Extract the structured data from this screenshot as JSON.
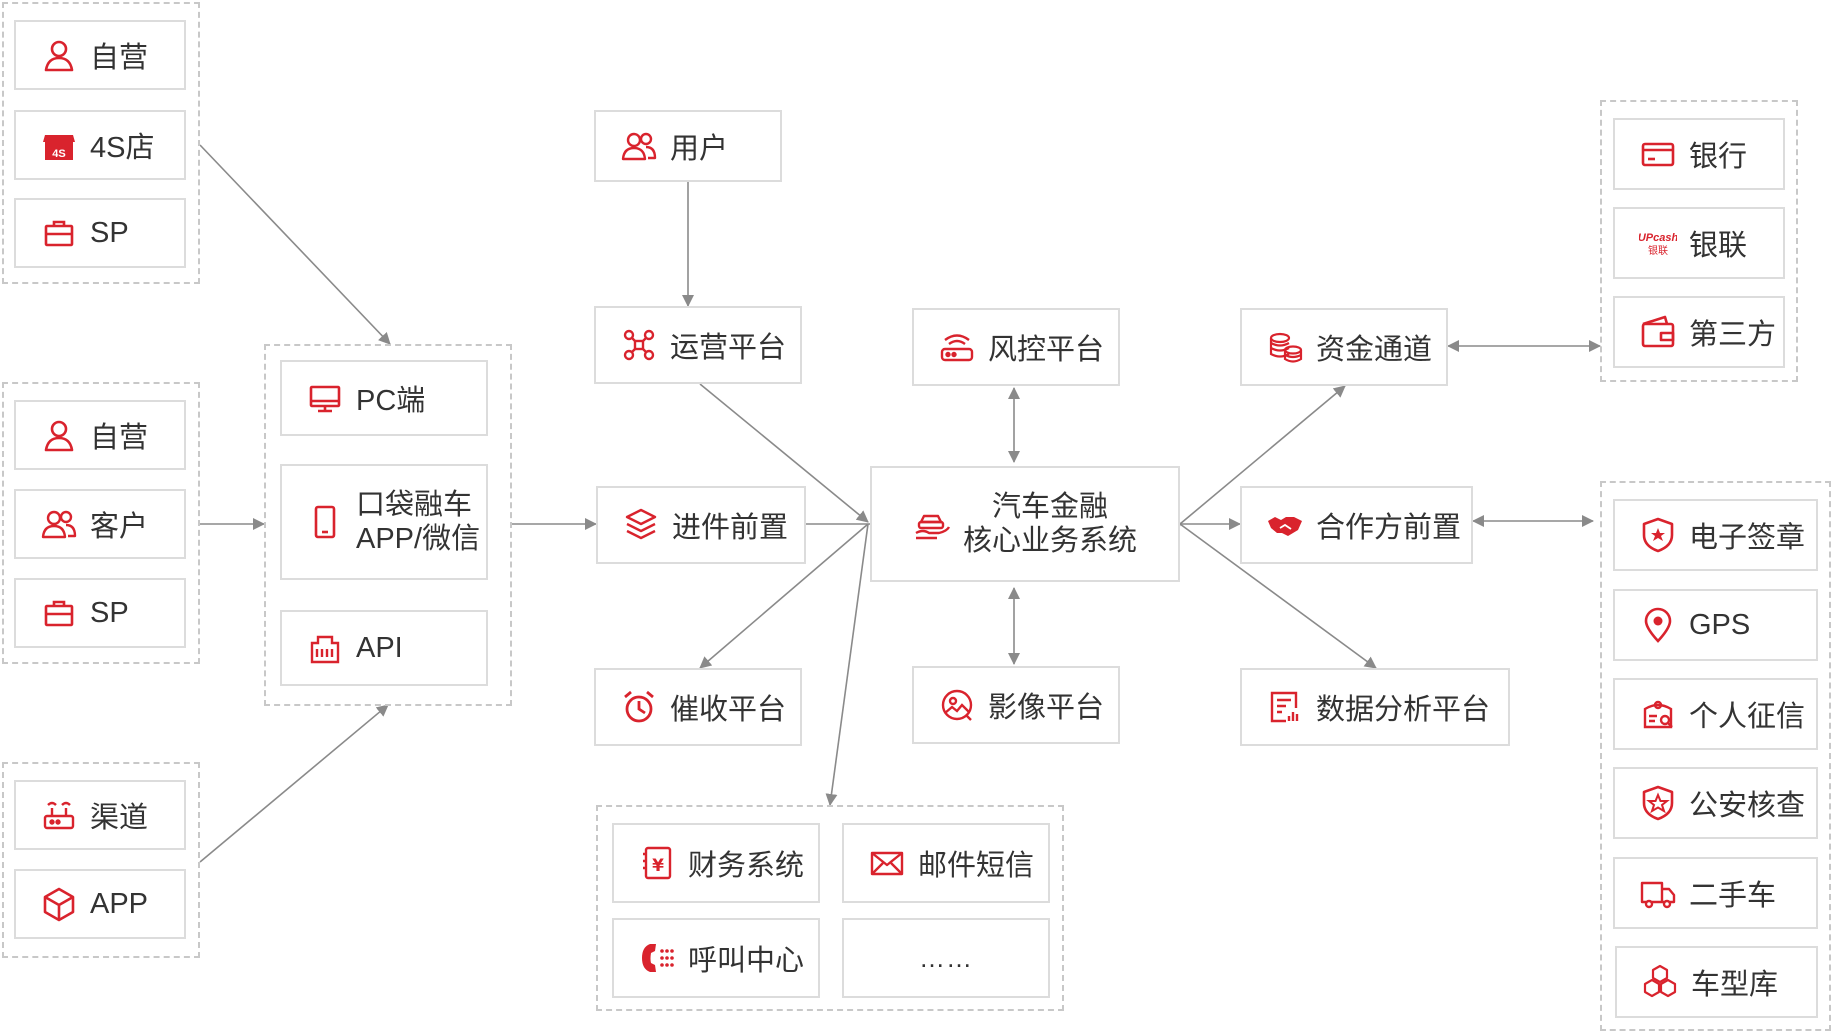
{
  "accent_color": "#d9232d",
  "left_groups": {
    "group1": [
      {
        "icon": "user-icon",
        "label": "自营"
      },
      {
        "icon": "store-4s-icon",
        "label": "4S店"
      },
      {
        "icon": "briefcase-icon",
        "label": "SP"
      }
    ],
    "group2": [
      {
        "icon": "user-icon",
        "label": "自营"
      },
      {
        "icon": "users-icon",
        "label": "客户"
      },
      {
        "icon": "briefcase-icon",
        "label": "SP"
      }
    ],
    "group3": [
      {
        "icon": "router-icon",
        "label": "渠道"
      },
      {
        "icon": "cube-icon",
        "label": "APP"
      }
    ]
  },
  "channels": [
    {
      "icon": "monitor-icon",
      "label": "PC端"
    },
    {
      "icon": "phone-icon",
      "lines": [
        "口袋融车",
        "APP/微信"
      ]
    },
    {
      "icon": "api-icon",
      "label": "API"
    }
  ],
  "platforms": {
    "user": {
      "icon": "users-icon",
      "label": "用户"
    },
    "operations": {
      "icon": "network-icon",
      "label": "运营平台"
    },
    "intake": {
      "icon": "layers-icon",
      "label": "进件前置"
    },
    "collection": {
      "icon": "alarm-clock-icon",
      "label": "催收平台"
    },
    "risk": {
      "icon": "risk-icon",
      "label": "风控平台"
    },
    "imaging": {
      "icon": "image-icon",
      "label": "影像平台"
    },
    "core": {
      "icon": "car-finance-icon",
      "lines": [
        "汽车金融",
        "核心业务系统"
      ]
    },
    "funding": {
      "icon": "coins-icon",
      "label": "资金通道"
    },
    "partner": {
      "icon": "handshake-icon",
      "label": "合作方前置"
    },
    "analytics": {
      "icon": "report-icon",
      "label": "数据分析平台"
    }
  },
  "bottom_group": [
    {
      "icon": "finance-doc-icon",
      "label": "财务系统"
    },
    {
      "icon": "mail-icon",
      "label": "邮件短信"
    },
    {
      "icon": "phone-keypad-icon",
      "label": "呼叫中心"
    },
    {
      "icon": "",
      "label": "……"
    }
  ],
  "right_banks": [
    {
      "icon": "bank-card-icon",
      "label": "银行"
    },
    {
      "icon": "unionpay-icon",
      "label": "银联"
    },
    {
      "icon": "wallet-icon",
      "label": "第三方"
    }
  ],
  "right_services": [
    {
      "icon": "seal-icon",
      "label": "电子签章"
    },
    {
      "icon": "location-pin-icon",
      "label": "GPS"
    },
    {
      "icon": "credit-icon",
      "label": "个人征信"
    },
    {
      "icon": "police-badge-icon",
      "label": "公安核查"
    },
    {
      "icon": "truck-icon",
      "label": "二手车"
    },
    {
      "icon": "boxes-icon",
      "label": "车型库"
    }
  ]
}
